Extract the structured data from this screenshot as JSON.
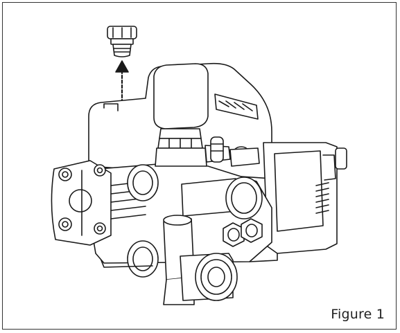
{
  "figure": {
    "caption": "Figure 1",
    "stroke_color": "#1a1a1a",
    "fill_color": "#ffffff",
    "parts": {
      "cap": "oil-fill-cap",
      "arrow": "dashed-up-arrow",
      "pump": "pressure-washer-pump"
    }
  }
}
